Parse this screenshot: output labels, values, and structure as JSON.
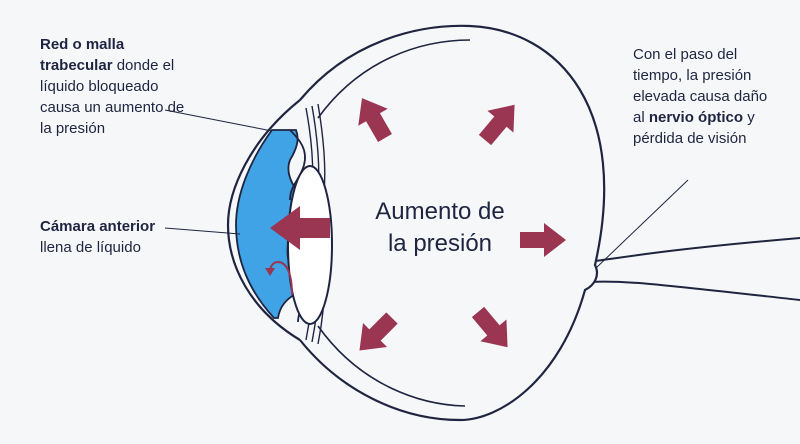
{
  "labels": {
    "trabecular": {
      "bold": "Red o malla trabecular",
      "rest": " donde el líquido bloqueado causa un aumento de la presión"
    },
    "chamber": {
      "bold": "Cámara anterior",
      "rest": "llena de líquido"
    },
    "center": {
      "line1": "Aumento de",
      "line2": "la presión"
    },
    "optic": {
      "pre": "Con el paso del tiempo, la presión elevada causa daño al ",
      "bold": "nervio óptico",
      "post": " y pérdida de visión"
    }
  },
  "colors": {
    "fluid": "#3fa3e6",
    "arrow": "#9a3552",
    "outline": "#1f2540",
    "background": "#f6f7f9"
  }
}
